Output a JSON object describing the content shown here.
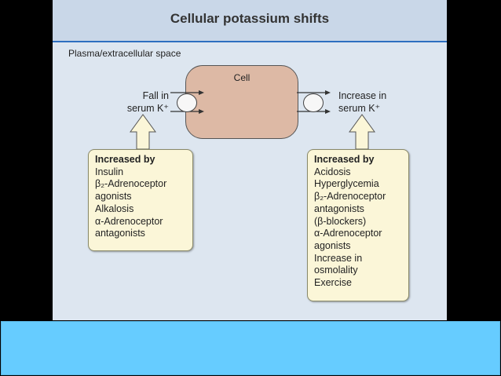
{
  "diagram": {
    "title": "Cellular potassium shifts",
    "space_label": "Plasma/extracellular space",
    "cell_label": "Cell",
    "left_label": [
      "Fall in",
      "serum K⁺"
    ],
    "right_label": [
      "Increase in",
      "serum K⁺"
    ],
    "left_box": {
      "heading": "Increased by",
      "items": [
        "Insulin",
        "β₂-Adrenoceptor",
        "agonists",
        "Alkalosis",
        "α-Adrenoceptor",
        "antagonists"
      ]
    },
    "right_box": {
      "heading": "Increased by",
      "items": [
        "Acidosis",
        "Hyperglycemia",
        "β₂-Adrenoceptor",
        "antagonists",
        "(β-blockers)",
        "α-Adrenoceptor",
        "agonists",
        "Increase in",
        "osmolality",
        "Exercise"
      ]
    }
  },
  "colors": {
    "panel": "#dde6f0",
    "header": "#c9d7e8",
    "cell": "#ddb9a5",
    "box": "#fbf6d8",
    "bottom_bar": "#66ccff"
  }
}
